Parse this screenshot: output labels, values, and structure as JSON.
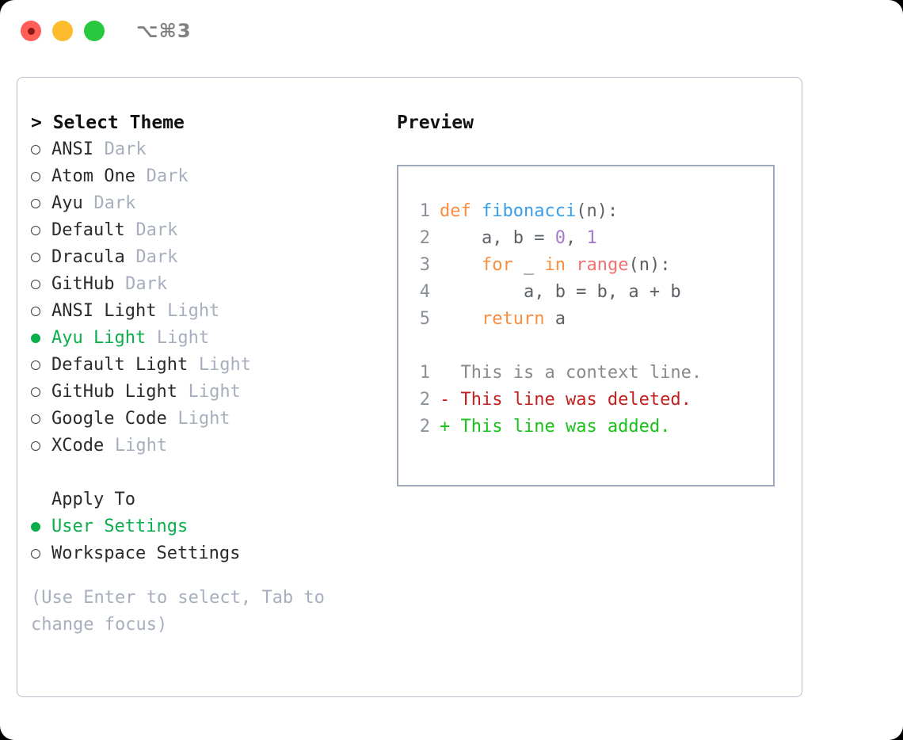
{
  "window": {
    "shortcut": "⌥⌘3",
    "lights": [
      "close-red",
      "minimize-yellow",
      "zoom-green"
    ]
  },
  "colors": {
    "accent_green": "#0BAE4D",
    "muted": "#A7AFBE",
    "border": "#B7BECA",
    "preview_border": "#9FA9B9",
    "keyword": "#FA8D3E",
    "function": "#399EE6",
    "number": "#A37ACC",
    "builtin": "#F07171",
    "code_text": "#5C6166",
    "line_number": "#8A9199",
    "diff_added": "#19C219",
    "diff_deleted": "#C41E1E",
    "diff_context": "#8A8A8A"
  },
  "left": {
    "heading": "> Select Theme",
    "themes": [
      {
        "marker": "hollow",
        "name": "ANSI",
        "kind": "Dark",
        "selected": false
      },
      {
        "marker": "hollow",
        "name": "Atom One",
        "kind": "Dark",
        "selected": false
      },
      {
        "marker": "hollow",
        "name": "Ayu",
        "kind": "Dark",
        "selected": false
      },
      {
        "marker": "hollow",
        "name": "Default",
        "kind": "Dark",
        "selected": false
      },
      {
        "marker": "hollow",
        "name": "Dracula",
        "kind": "Dark",
        "selected": false
      },
      {
        "marker": "hollow",
        "name": "GitHub",
        "kind": "Dark",
        "selected": false
      },
      {
        "marker": "hollow",
        "name": "ANSI Light",
        "kind": "Light",
        "selected": false
      },
      {
        "marker": "filled",
        "name": "Ayu Light",
        "kind": "Light",
        "selected": true
      },
      {
        "marker": "hollow",
        "name": "Default Light",
        "kind": "Light",
        "selected": false
      },
      {
        "marker": "hollow",
        "name": "GitHub Light",
        "kind": "Light",
        "selected": false
      },
      {
        "marker": "hollow",
        "name": "Google Code",
        "kind": "Light",
        "selected": false
      },
      {
        "marker": "hollow",
        "name": "XCode",
        "kind": "Light",
        "selected": false
      }
    ],
    "apply_to": {
      "heading": "Apply To",
      "options": [
        {
          "marker": "filled",
          "name": "User Settings",
          "selected": true
        },
        {
          "marker": "hollow",
          "name": "Workspace Settings",
          "selected": false
        }
      ]
    },
    "hint": "(Use Enter to select, Tab to change focus)"
  },
  "right": {
    "title": "Preview",
    "code": {
      "lines": [
        {
          "n": "1",
          "tokens": [
            {
              "t": "def ",
              "c": "kw"
            },
            {
              "t": "fibonacci",
              "c": "fn"
            },
            {
              "t": "(n):",
              "c": "punct"
            }
          ]
        },
        {
          "n": "2",
          "tokens": [
            {
              "t": "    a, b = ",
              "c": "var"
            },
            {
              "t": "0",
              "c": "num"
            },
            {
              "t": ", ",
              "c": "punct"
            },
            {
              "t": "1",
              "c": "num"
            }
          ]
        },
        {
          "n": "3",
          "tokens": [
            {
              "t": "    ",
              "c": "var"
            },
            {
              "t": "for",
              "c": "kw"
            },
            {
              "t": " _ ",
              "c": "var"
            },
            {
              "t": "in",
              "c": "kw"
            },
            {
              "t": " ",
              "c": "var"
            },
            {
              "t": "range",
              "c": "builtin"
            },
            {
              "t": "(n):",
              "c": "punct"
            }
          ]
        },
        {
          "n": "4",
          "tokens": [
            {
              "t": "        a, b = b, a + b",
              "c": "var"
            }
          ]
        },
        {
          "n": "5",
          "tokens": [
            {
              "t": "    ",
              "c": "var"
            },
            {
              "t": "return",
              "c": "kw"
            },
            {
              "t": " a",
              "c": "var"
            }
          ]
        }
      ],
      "diff": [
        {
          "n": "1",
          "sign": "  ",
          "text": "This is a context line.",
          "kind": "diff-ctx"
        },
        {
          "n": "2",
          "sign": "- ",
          "text": "This line was deleted.",
          "kind": "diff-del"
        },
        {
          "n": "2",
          "sign": "+ ",
          "text": "This line was added.",
          "kind": "diff-add"
        }
      ]
    }
  }
}
